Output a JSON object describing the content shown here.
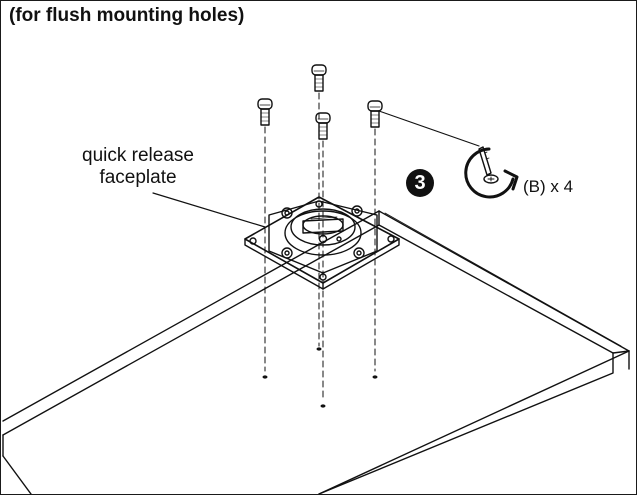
{
  "title": "(for flush mounting holes)",
  "callout": {
    "line1": "quick release",
    "line2": "faceplate"
  },
  "step": {
    "number": "3",
    "quantity_label": "(B) x 4"
  },
  "icons": {
    "screw": "screw-icon",
    "rotate": "clockwise-rotate-icon",
    "screwdriver": "screwdriver-icon"
  },
  "colors": {
    "ink": "#111111",
    "paper": "#ffffff"
  }
}
